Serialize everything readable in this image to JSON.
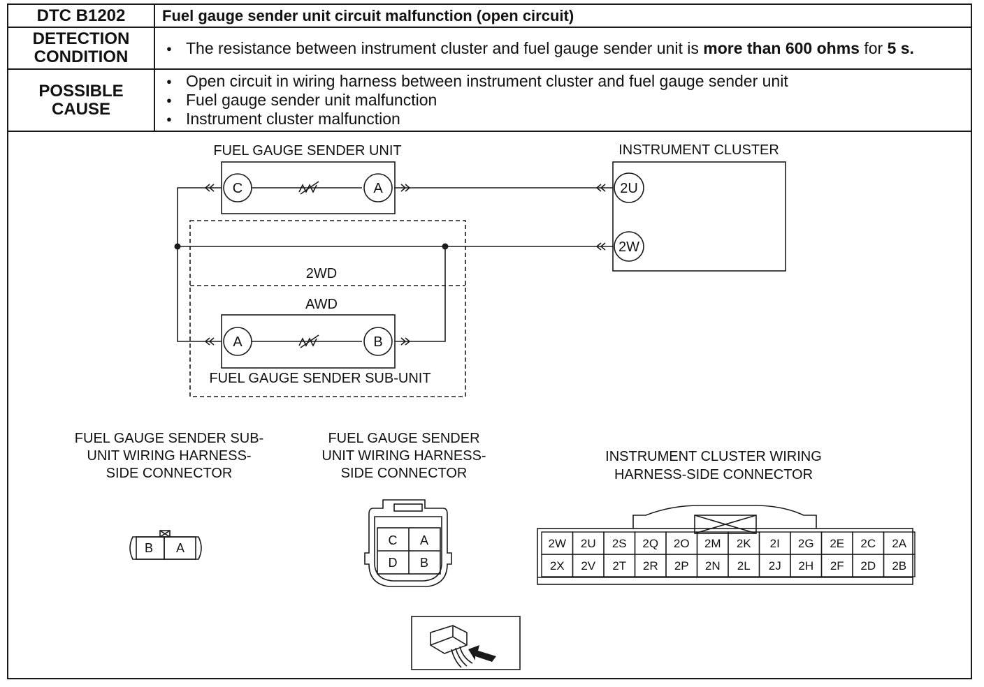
{
  "header": {
    "dtc_code": "DTC B1202",
    "dtc_title": "Fuel gauge sender unit circuit malfunction (open circuit)"
  },
  "detection": {
    "label_line1": "DETECTION",
    "label_line2": "CONDITION",
    "text_pre": "The resistance between instrument cluster and fuel gauge sender unit is ",
    "text_bold1": "more than 600 ohms",
    "text_mid": " for ",
    "text_bold2": "5 s."
  },
  "possible_cause": {
    "label_line1": "POSSIBLE",
    "label_line2": "CAUSE",
    "items": [
      "Open circuit in wiring harness between instrument cluster and fuel gauge sender unit",
      "Fuel gauge sender unit malfunction",
      "Instrument cluster malfunction"
    ]
  },
  "schematic": {
    "sender_unit_label": "FUEL GAUGE SENDER UNIT",
    "instrument_cluster_label": "INSTRUMENT CLUSTER",
    "sender_unit_pins": [
      "C",
      "A"
    ],
    "cluster_pins": [
      "2U",
      "2W"
    ],
    "label_2wd": "2WD",
    "label_awd": "AWD",
    "sub_unit_pins": [
      "A",
      "B"
    ],
    "sub_unit_label": "FUEL GAUGE SENDER SUB-UNIT"
  },
  "connectors": {
    "sub_unit": {
      "title_lines": [
        "FUEL GAUGE SENDER SUB-",
        "UNIT WIRING HARNESS-",
        "SIDE CONNECTOR"
      ],
      "pins": [
        "B",
        "A"
      ]
    },
    "sender_unit": {
      "title_lines": [
        "FUEL GAUGE SENDER",
        "UNIT WIRING HARNESS-",
        "SIDE CONNECTOR"
      ],
      "pins": [
        "C",
        "A",
        "D",
        "B"
      ]
    },
    "cluster": {
      "title_lines": [
        "INSTRUMENT CLUSTER WIRING",
        "HARNESS-SIDE  CONNECTOR"
      ],
      "row1": [
        "2W",
        "2U",
        "2S",
        "2Q",
        "2O",
        "2M",
        "2K",
        "2I",
        "2G",
        "2E",
        "2C",
        "2A"
      ],
      "row2": [
        "2X",
        "2V",
        "2T",
        "2R",
        "2P",
        "2N",
        "2L",
        "2J",
        "2H",
        "2F",
        "2D",
        "2B"
      ]
    }
  }
}
